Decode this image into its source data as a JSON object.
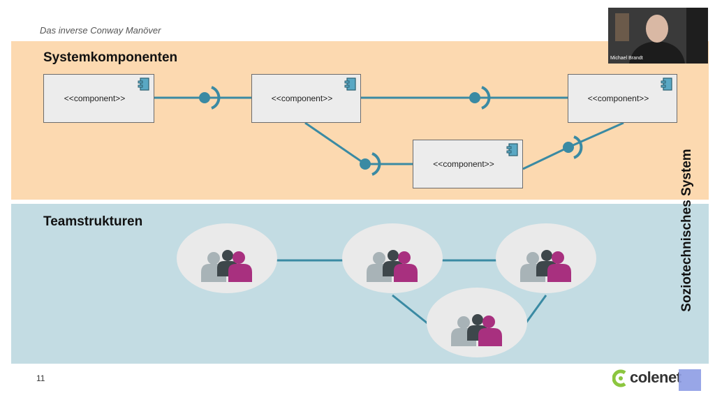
{
  "slide": {
    "title": "Das inverse Conway Manöver",
    "page_number": "11"
  },
  "system_section": {
    "title": "Systemkomponenten",
    "components": [
      {
        "label": "<<component>>"
      },
      {
        "label": "<<component>>"
      },
      {
        "label": "<<component>>"
      },
      {
        "label": "<<component>>"
      }
    ]
  },
  "teams_section": {
    "title": "Teamstrukturen",
    "team_count": 4
  },
  "side_label": "Soziotechnisches System",
  "webcam": {
    "name": "Michael Brandt"
  },
  "logo": {
    "text": "colenet"
  },
  "colors": {
    "system_band": "#fcd9b0",
    "team_band": "#c3dce3",
    "connector": "#3a8aa3",
    "person_grey": "#a8b3b7",
    "person_dark": "#3e474b",
    "person_magenta": "#a8307f",
    "logo_green": "#8cc63f"
  }
}
